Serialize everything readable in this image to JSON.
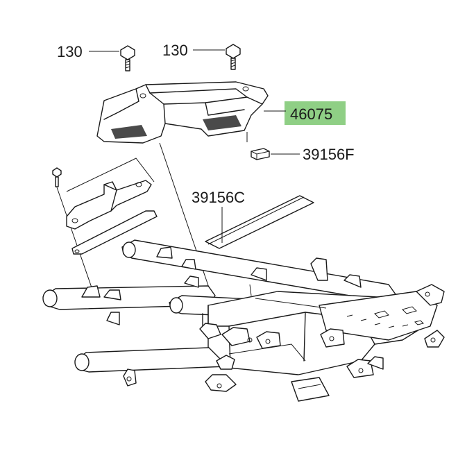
{
  "callouts": {
    "bolt_left": "130",
    "bolt_right": "130",
    "bracket": "46075",
    "spacer": "39156F",
    "pad": "39156C"
  },
  "colors": {
    "highlight": "#8fcf85",
    "line": "#1a1a1a",
    "background": "#ffffff"
  }
}
